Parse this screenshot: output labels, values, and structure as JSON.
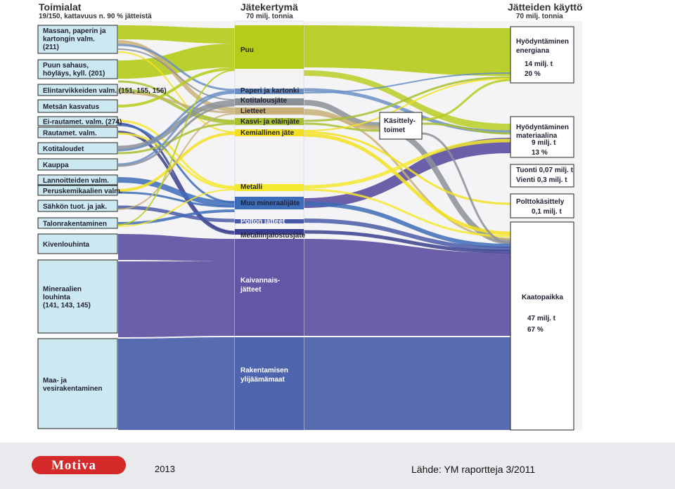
{
  "headers": {
    "left_title": "Toimialat",
    "left_sub": "19/150, kattavuus n. 90 % jätteistä",
    "mid_title": "Jätekertymä",
    "mid_sub": "70 milj. tonnia",
    "right_title": "Jätteiden käyttö",
    "right_sub": "70 milj. tonnia"
  },
  "sectors": [
    {
      "lines": [
        "Massan, paperin ja",
        "kartongin valm.",
        "(211)"
      ]
    },
    {
      "lines": [
        "Puun sahaus,",
        "höyläys, kyll. (201)"
      ]
    },
    {
      "lines": [
        "Elintarvikkeiden valm. (151, 155, 156)"
      ]
    },
    {
      "lines": [
        "Metsän kasvatus"
      ]
    },
    {
      "lines": [
        "Ei-rautamet. valm. (274)"
      ]
    },
    {
      "lines": [
        "Rautamet. valm."
      ]
    },
    {
      "lines": [
        "Kotitaloudet"
      ]
    },
    {
      "lines": [
        "Kauppa"
      ]
    },
    {
      "lines": [
        "Lannoitteiden valm."
      ]
    },
    {
      "lines": [
        "Peruskemikaalien valm."
      ]
    },
    {
      "lines": [
        "Sähkön tuot. ja jak."
      ]
    },
    {
      "lines": [
        "Talonrakentaminen"
      ]
    },
    {
      "lines": [
        "Kivenlouhinta"
      ]
    },
    {
      "lines": [
        "Mineraalien",
        "louhinta",
        "(141, 143, 145)"
      ]
    },
    {
      "lines": [
        "Maa- ja",
        "vesirakentaminen"
      ]
    }
  ],
  "waste_types": [
    {
      "lines": [
        "Puu"
      ],
      "color": "#b5cc18"
    },
    {
      "lines": [
        "Paperi ja kartonki"
      ],
      "color": "#6b8fc4"
    },
    {
      "lines": [
        "Kotitalousjäte"
      ],
      "color": "#8a9196"
    },
    {
      "lines": [
        "Lietteet"
      ],
      "color": "#c8b078"
    },
    {
      "lines": [
        "Kasvi- ja eläinjäte"
      ],
      "color": "#a8c030"
    },
    {
      "lines": [
        "Kemiallinen jäte"
      ],
      "color": "#f2e020"
    },
    {
      "lines": [
        "Metalli"
      ],
      "color": "#f5e830"
    },
    {
      "lines": [
        "Muu mineraalijäte"
      ],
      "color": "#3d6cb8"
    },
    {
      "lines": [
        "Polton jätteet"
      ],
      "color": "#4a5aa8"
    },
    {
      "lines": [
        "Metallinjalostusjäte"
      ],
      "color": "#3a3f8e"
    },
    {
      "lines": [
        "Kaivannais-",
        "jätteet"
      ],
      "color": "#6456a4"
    },
    {
      "lines": [
        "Rakentamisen",
        "ylijäämämaat"
      ],
      "color": "#4e64ac"
    }
  ],
  "processing": {
    "lines": [
      "Käsittely-",
      "toimet"
    ]
  },
  "uses": [
    {
      "lines": [
        "Hyödyntäminen",
        "energiana",
        "14 milj. t",
        "20 %"
      ]
    },
    {
      "lines": [
        "Hyödyntäminen",
        "materiaalina",
        "9 milj. t",
        "13 %"
      ]
    },
    {
      "lines": [
        "Tuonti 0,07 milj. t",
        "Vienti 0,3 milj. t"
      ]
    },
    {
      "lines": [
        "Polttokäsittely",
        "0,1 milj. t"
      ]
    },
    {
      "lines": [
        "Kaatopaikka",
        "",
        "47 milj. t",
        "67 %"
      ]
    }
  ],
  "footer": {
    "logo_text": "Motiva",
    "year": "2013",
    "source": "Lähde: YM raportteja 3/2011"
  }
}
